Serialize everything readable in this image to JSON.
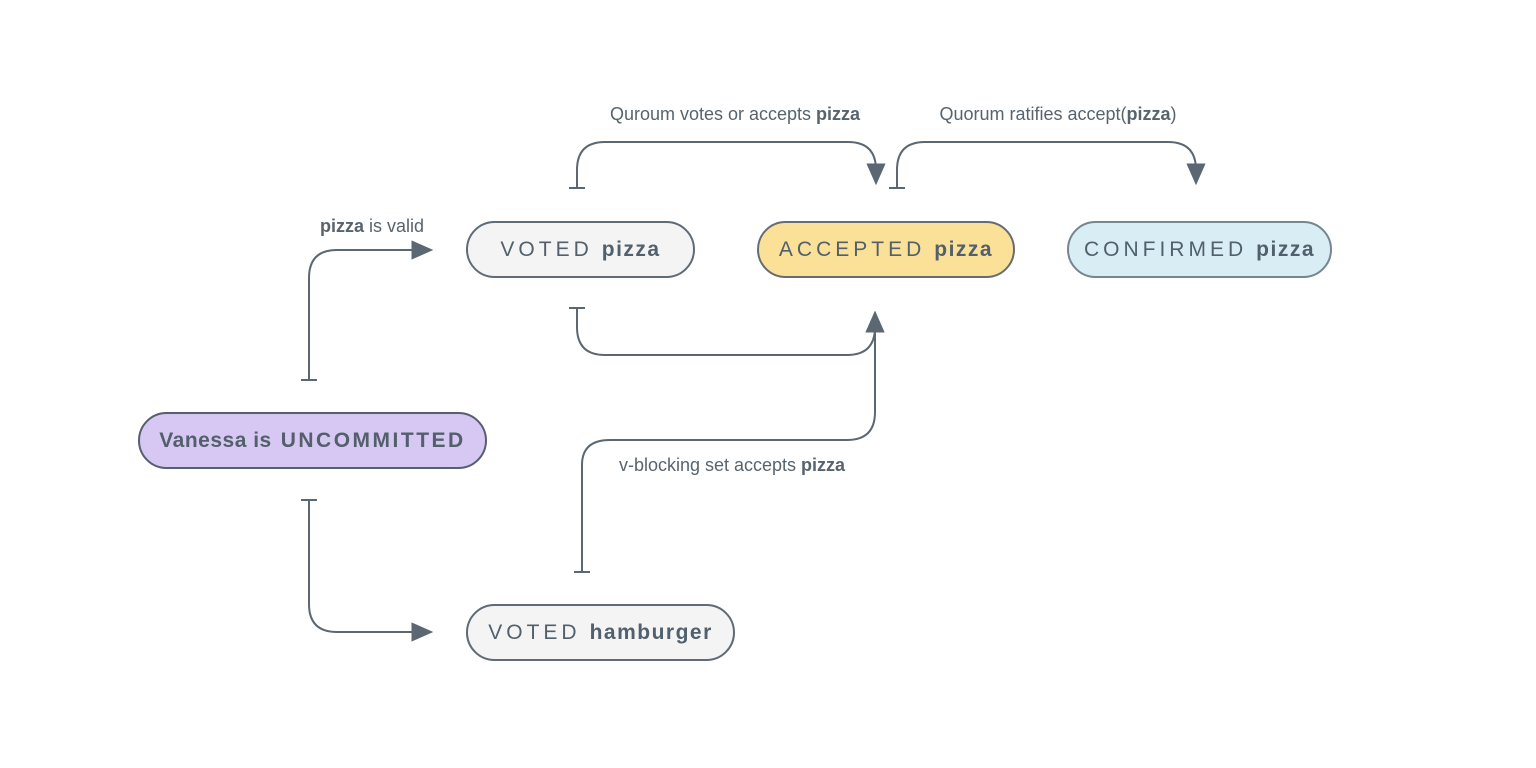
{
  "nodes": {
    "uncommitted": {
      "label": "Vanessa is",
      "state": "UNCOMMITTED"
    },
    "voted_pizza": {
      "state": "VOTED",
      "value": "pizza"
    },
    "accepted_pizza": {
      "state": "ACCEPTED",
      "value": "pizza"
    },
    "confirmed_pizza": {
      "state": "CONFIRMED",
      "value": "pizza"
    },
    "voted_hamburger": {
      "state": "VOTED",
      "value": "hamburger"
    }
  },
  "edge_labels": {
    "pizza_is_valid": {
      "bold": "pizza",
      "text": " is valid"
    },
    "quorum_votes": {
      "text": "Quroum votes or accepts ",
      "bold": "pizza"
    },
    "quorum_ratifies": {
      "text": "Quorum ratifies accept(",
      "bold": "pizza",
      "suffix": ")"
    },
    "v_blocking": {
      "text": "v-blocking set accepts ",
      "bold": "pizza"
    }
  },
  "colors": {
    "background": "#ffffff",
    "edge_stroke": "#5b6773",
    "label_text": "#57646e",
    "node_text": "#51606c",
    "uncommitted_fill": "#d7c8f3",
    "uncommitted_border": "#565f6e",
    "voted_fill": "#f4f4f4",
    "voted_border": "#5f6b76",
    "accepted_fill": "#fbe098",
    "accepted_border": "#656d72",
    "confirmed_fill": "#d9edf4",
    "confirmed_border": "#74868f"
  }
}
